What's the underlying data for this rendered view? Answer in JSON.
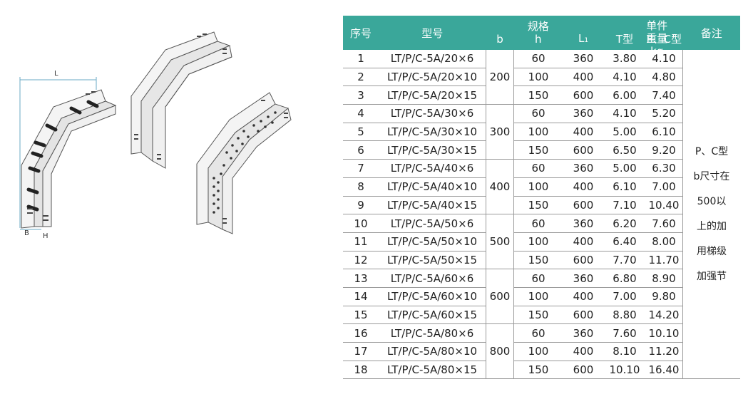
{
  "diagram": {
    "labels": {
      "length": "L",
      "width": "B",
      "height": "H"
    }
  },
  "table": {
    "headers": {
      "no": "序号",
      "model": "型号",
      "spec": "规格",
      "b": "b",
      "h": "h",
      "l_main": "L",
      "l_sub": "1",
      "unit_weight": "单件重量kg",
      "t_type": "T型",
      "pc_type": "P、C型",
      "remark": "备注"
    },
    "remark_lines": [
      "P、C型",
      "b尺寸在",
      "500以",
      "上的加",
      "用梯级",
      "加强节"
    ],
    "groups": [
      {
        "b": "200",
        "rows": [
          {
            "no": "1",
            "model": "LT/P/C-5A/20×6",
            "h": "60",
            "l1": "360",
            "t": "3.80",
            "pc": "4.10"
          },
          {
            "no": "2",
            "model": "LT/P/C-5A/20×10",
            "h": "100",
            "l1": "400",
            "t": "4.10",
            "pc": "4.80"
          },
          {
            "no": "3",
            "model": "LT/P/C-5A/20×15",
            "h": "150",
            "l1": "600",
            "t": "6.00",
            "pc": "7.40"
          }
        ]
      },
      {
        "b": "300",
        "rows": [
          {
            "no": "4",
            "model": "LT/P/C-5A/30×6",
            "h": "60",
            "l1": "360",
            "t": "4.10",
            "pc": "5.20"
          },
          {
            "no": "5",
            "model": "LT/P/C-5A/30×10",
            "h": "100",
            "l1": "400",
            "t": "5.00",
            "pc": "6.10"
          },
          {
            "no": "6",
            "model": "LT/P/C-5A/30×15",
            "h": "150",
            "l1": "600",
            "t": "6.50",
            "pc": "9.20"
          }
        ]
      },
      {
        "b": "400",
        "rows": [
          {
            "no": "7",
            "model": "LT/P/C-5A/40×6",
            "h": "60",
            "l1": "360",
            "t": "5.00",
            "pc": "6.30"
          },
          {
            "no": "8",
            "model": "LT/P/C-5A/40×10",
            "h": "100",
            "l1": "400",
            "t": "6.10",
            "pc": "7.00"
          },
          {
            "no": "9",
            "model": "LT/P/C-5A/40×15",
            "h": "150",
            "l1": "600",
            "t": "7.10",
            "pc": "10.40"
          }
        ]
      },
      {
        "b": "500",
        "rows": [
          {
            "no": "10",
            "model": "LT/P/C-5A/50×6",
            "h": "60",
            "l1": "360",
            "t": "6.20",
            "pc": "7.60"
          },
          {
            "no": "11",
            "model": "LT/P/C-5A/50×10",
            "h": "100",
            "l1": "400",
            "t": "6.40",
            "pc": "8.00"
          },
          {
            "no": "12",
            "model": "LT/P/C-5A/50×15",
            "h": "150",
            "l1": "600",
            "t": "7.70",
            "pc": "11.70"
          }
        ]
      },
      {
        "b": "600",
        "rows": [
          {
            "no": "13",
            "model": "LT/P/C-5A/60×6",
            "h": "60",
            "l1": "360",
            "t": "6.80",
            "pc": "8.90"
          },
          {
            "no": "14",
            "model": "LT/P/C-5A/60×10",
            "h": "100",
            "l1": "400",
            "t": "7.00",
            "pc": "9.80"
          },
          {
            "no": "15",
            "model": "LT/P/C-5A/60×15",
            "h": "150",
            "l1": "600",
            "t": "8.80",
            "pc": "14.20"
          }
        ]
      },
      {
        "b": "800",
        "rows": [
          {
            "no": "16",
            "model": "LT/P/C-5A/80×6",
            "h": "60",
            "l1": "360",
            "t": "7.60",
            "pc": "10.10"
          },
          {
            "no": "17",
            "model": "LT/P/C-5A/80×10",
            "h": "100",
            "l1": "400",
            "t": "8.10",
            "pc": "11.20"
          },
          {
            "no": "18",
            "model": "LT/P/C-5A/80×15",
            "h": "150",
            "l1": "600",
            "t": "10.10",
            "pc": "16.40"
          }
        ]
      }
    ],
    "colors": {
      "header_bg": "#3aa79a",
      "header_text": "#ffffff",
      "grid": "#9a9a9a"
    }
  }
}
